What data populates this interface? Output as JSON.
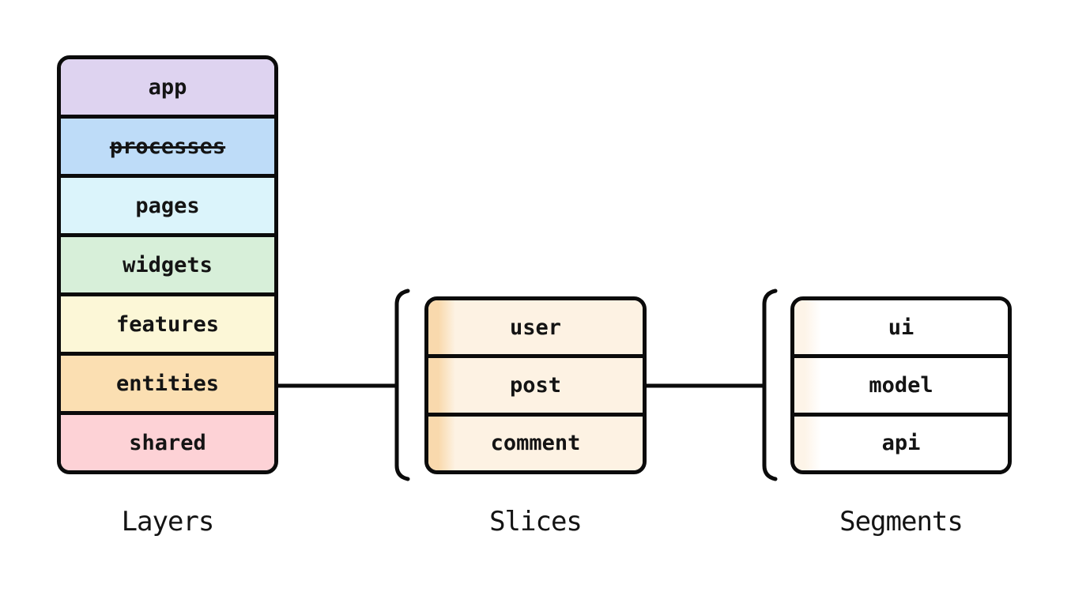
{
  "layers": {
    "label": "Layers",
    "items": [
      {
        "name": "app",
        "color": "#ded3f0",
        "strikethrough": false
      },
      {
        "name": "processes",
        "color": "#bedcf8",
        "strikethrough": true
      },
      {
        "name": "pages",
        "color": "#dbf4fb",
        "strikethrough": false
      },
      {
        "name": "widgets",
        "color": "#d7efd9",
        "strikethrough": false
      },
      {
        "name": "features",
        "color": "#fcf7d7",
        "strikethrough": false
      },
      {
        "name": "entities",
        "color": "#fbdfb2",
        "strikethrough": false
      },
      {
        "name": "shared",
        "color": "#fdd2d6",
        "strikethrough": false
      }
    ]
  },
  "slices": {
    "label": "Slices",
    "stripe_color": "#f9d9ad",
    "body_color": "#fdf2e3",
    "items": [
      {
        "name": "user"
      },
      {
        "name": "post"
      },
      {
        "name": "comment"
      }
    ]
  },
  "segments": {
    "label": "Segments",
    "stripe_color": "#fdf4e8",
    "body_color": "#ffffff",
    "items": [
      {
        "name": "ui"
      },
      {
        "name": "model"
      },
      {
        "name": "api"
      }
    ]
  },
  "style": {
    "line_color": "#0b0b0b",
    "text_color": "#141414",
    "background": "#ffffff"
  }
}
